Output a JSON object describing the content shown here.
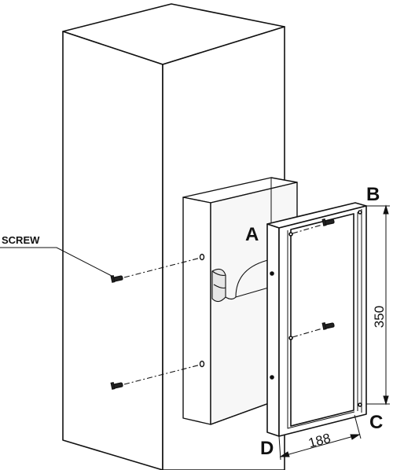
{
  "labels": {
    "screw": "SCREW",
    "corner_a": "A",
    "corner_b": "B",
    "corner_c": "C",
    "corner_d": "D"
  },
  "dimensions": {
    "height": "350",
    "width": "188"
  },
  "colors": {
    "line": "#111111",
    "fill": "#ffffff",
    "shade": "#e6e6e6"
  }
}
